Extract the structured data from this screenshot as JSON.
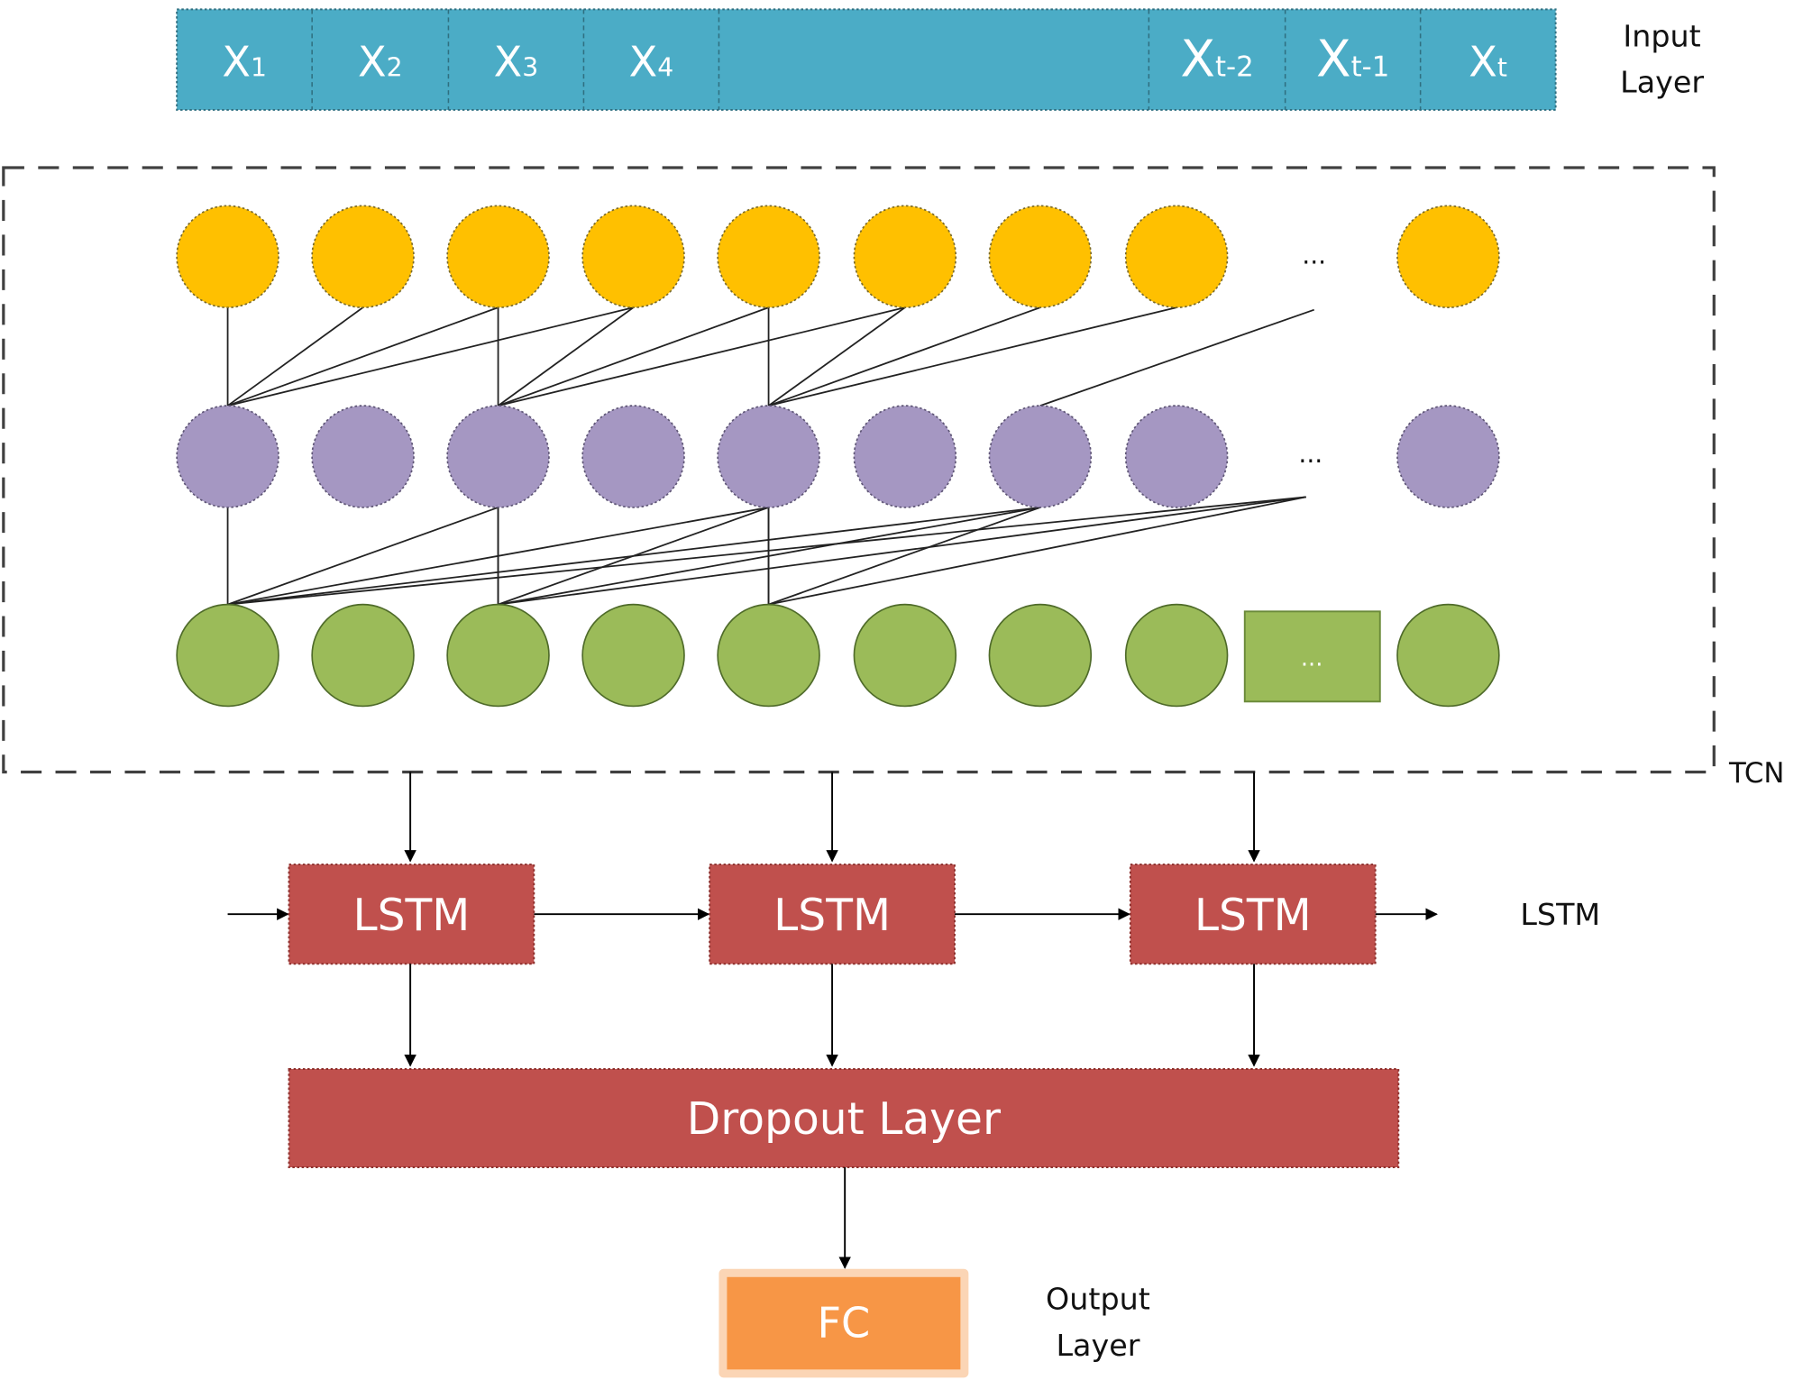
{
  "input_layer": {
    "label_line1": "Input",
    "label_line2": "Layer",
    "cells": [
      {
        "main": "X",
        "sub": "1"
      },
      {
        "main": "X",
        "sub": "2"
      },
      {
        "main": "X",
        "sub": "3"
      },
      {
        "main": "X",
        "sub": "4"
      },
      {
        "main": "",
        "sub": ""
      },
      {
        "main": "X",
        "sub": "t-2"
      },
      {
        "main": "X",
        "sub": "t-1"
      },
      {
        "main": "X",
        "sub": "t"
      }
    ],
    "color": "#4BACC6"
  },
  "tcn": {
    "label": "TCN",
    "ellipsis": "...",
    "layers": [
      {
        "name": "top",
        "color": "#FFC000",
        "nodes": 9
      },
      {
        "name": "middle",
        "color": "#A597C2",
        "nodes": 9
      },
      {
        "name": "bottom",
        "color": "#9BBB59",
        "nodes": 9
      }
    ]
  },
  "lstm": {
    "label": "LSTM",
    "cells": [
      "LSTM",
      "LSTM",
      "LSTM"
    ],
    "color": "#C0504D"
  },
  "dropout": {
    "label": "Dropout Layer",
    "color": "#C0504D"
  },
  "output": {
    "fc_label": "FC",
    "label_line1": "Output",
    "label_line2": "Layer",
    "color": "#F79646"
  }
}
